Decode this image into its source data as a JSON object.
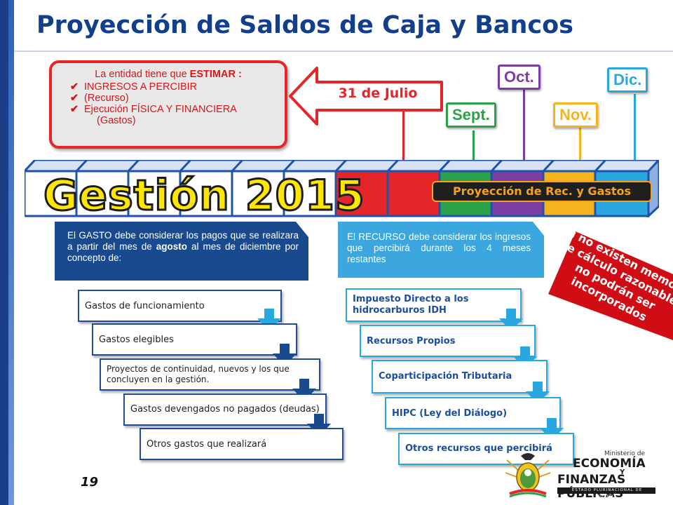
{
  "title": "Proyección de Saldos de Caja y Bancos",
  "estimate_box": {
    "lead_prefix": "La entidad tiene que ",
    "lead_emphasis": "ESTIMAR :",
    "items": [
      "INGRESOS A PERCIBIR",
      "(Recurso)",
      "Ejecución FÍSICA Y FINANCIERA",
      "(Gastos)"
    ]
  },
  "date_callout": "31 de Julio",
  "months": [
    {
      "label": "Sept.",
      "color": "#2aa24a"
    },
    {
      "label": "Oct.",
      "color": "#7a3fa0"
    },
    {
      "label": "Nov.",
      "color": "#f5b41d"
    },
    {
      "label": "Dic.",
      "color": "#2aa7de"
    }
  ],
  "year_banner": {
    "title": "Gestión 2015",
    "projection_label": "Proyección de Rec. y Gastos"
  },
  "gasto": {
    "p1": "El GASTO debe considerar los pagos que se realizara a partir del mes de ",
    "emphasis": "agosto",
    "p2": " al mes de diciembre por concepto de:",
    "steps": [
      "Gastos de funcionamiento",
      "Gastos elegibles",
      "Proyectos de continuidad, nuevos y los que concluyen en la gestión.",
      "Gastos devengados no pagados (deudas)",
      "Otros gastos que realizará"
    ]
  },
  "recurso": {
    "text": "El RECURSO debe considerar los ingresos que percibirá durante los 4 meses restantes",
    "steps": [
      "Impuesto Directo a los hidrocarburos IDH",
      "Recursos Propios",
      "Coparticipación Tributaria",
      "HIPC (Ley del Diálogo)",
      "Otros recursos que percibirá"
    ]
  },
  "warning": "Si no existen memoria de cálculo razonables no podrán ser incorporados",
  "page_number": "19",
  "logo": {
    "ministry": "Ministerio de",
    "economia": "ECONOMÍA",
    "y": "Y",
    "finanzas": "FINANZAS PÚBLICAS",
    "estado": "ESTADO PLURINACIONAL DE BOLIVIA"
  },
  "colors": {
    "title": "#123f8c",
    "red": "#e4262b",
    "gasto_banner": "#1a4a8e",
    "recurso_banner": "#3ba7de",
    "gasto_border": "#214a97",
    "recurso_border": "#29a7df",
    "arrow": "#29a7df"
  }
}
